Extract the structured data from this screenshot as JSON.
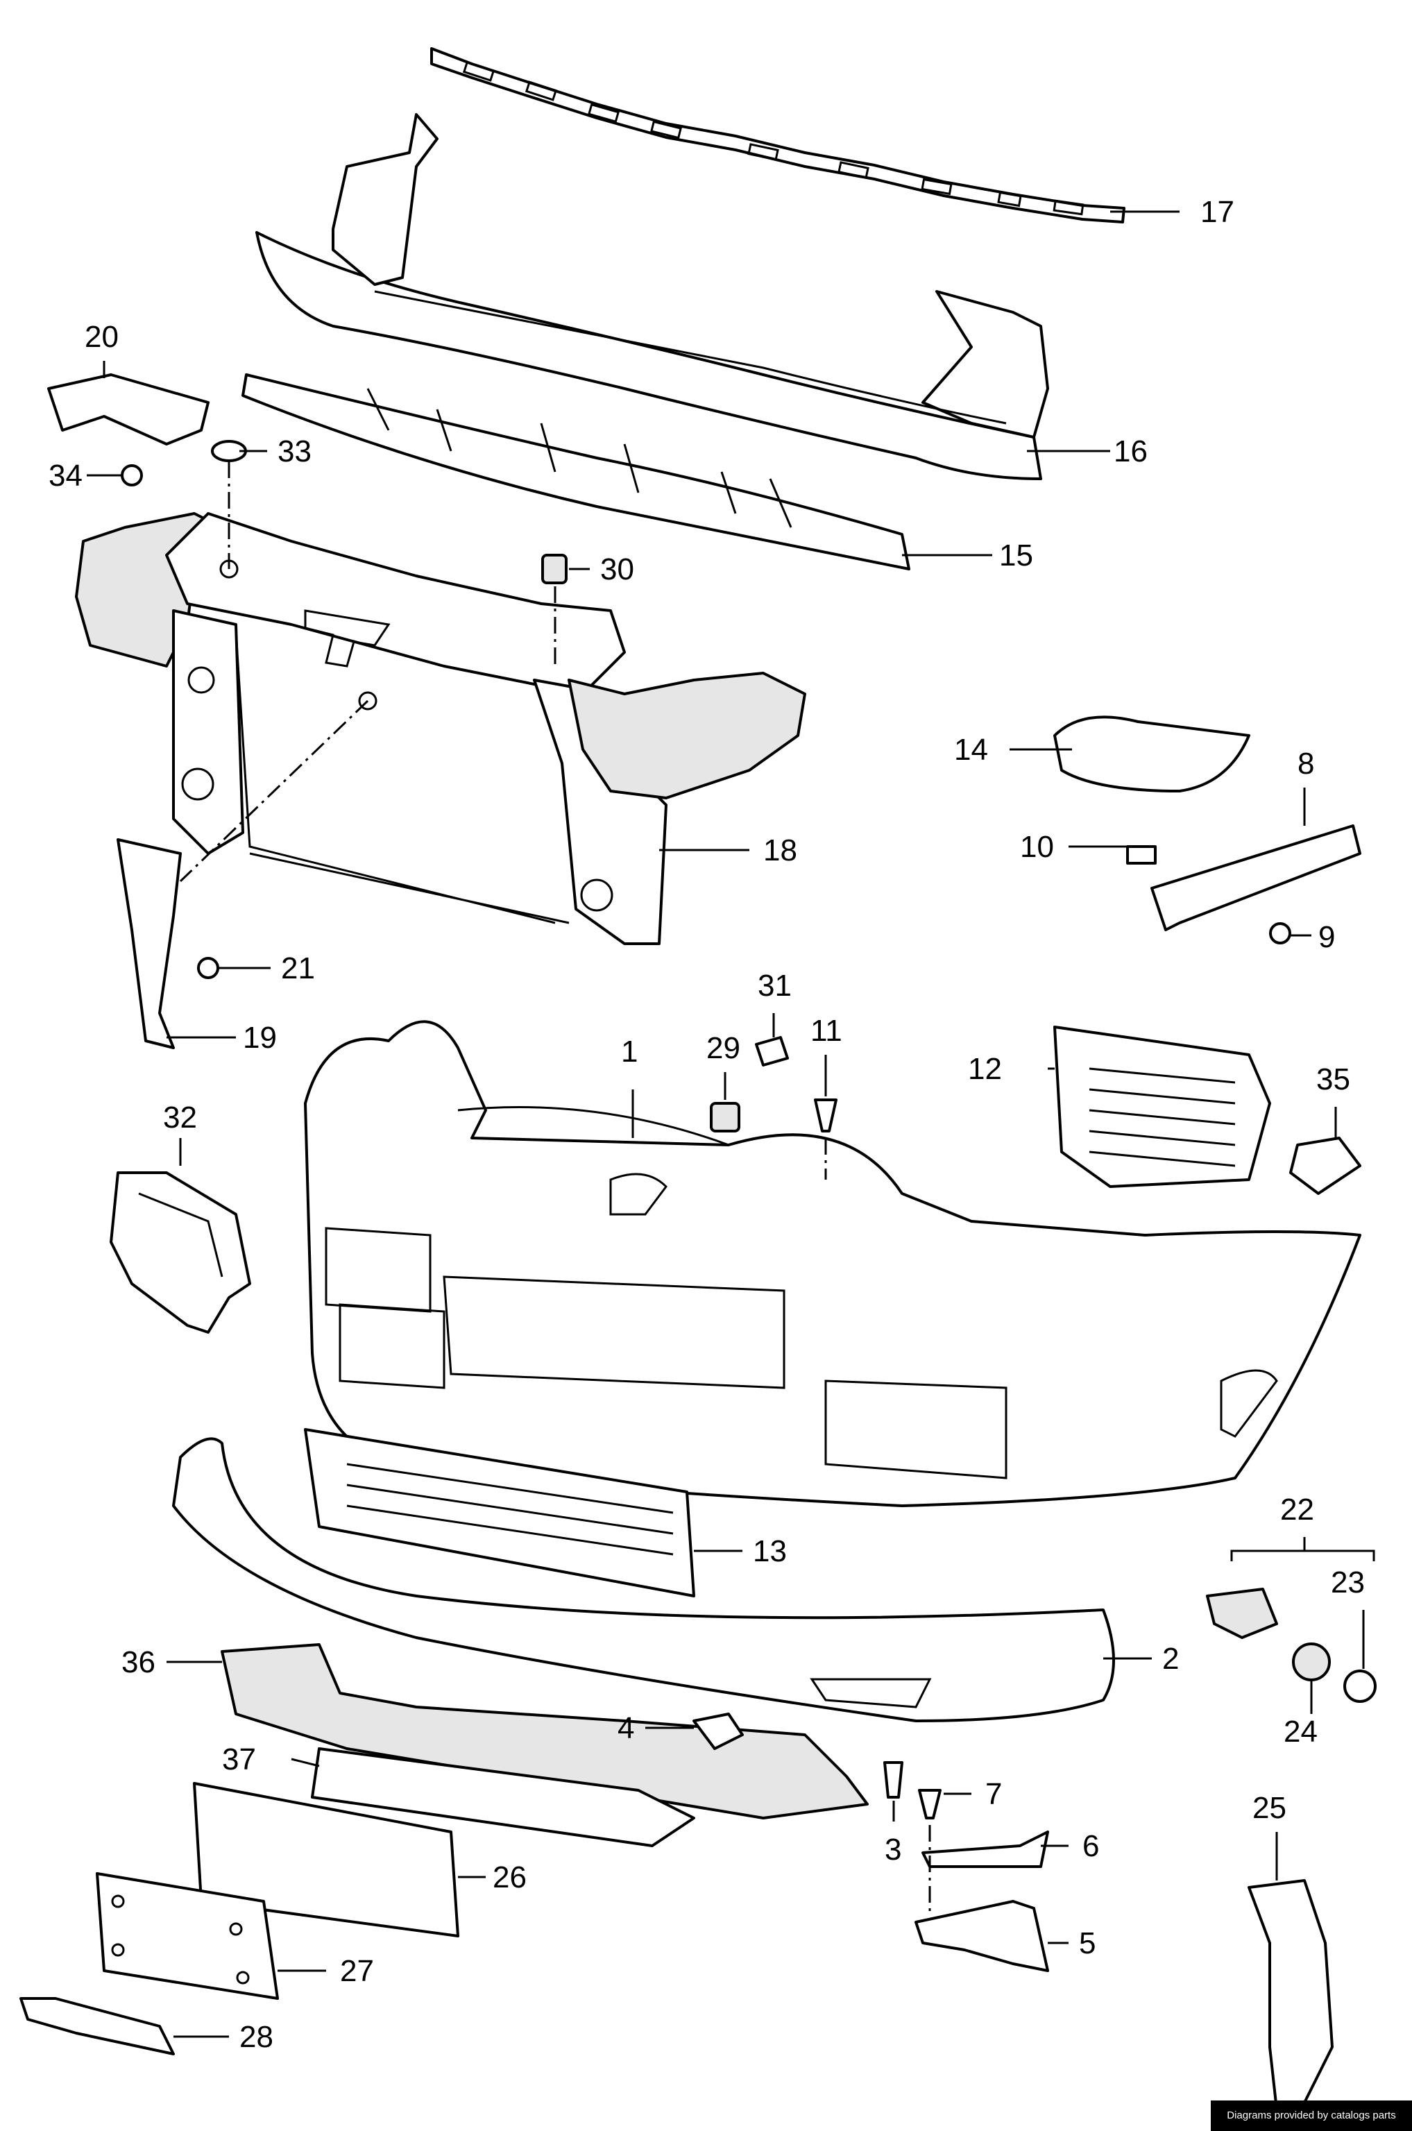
{
  "callouts": {
    "c1": "1",
    "c2": "2",
    "c3": "3",
    "c4": "4",
    "c5": "5",
    "c6": "6",
    "c7": "7",
    "c8": "8",
    "c9": "9",
    "c10": "10",
    "c11": "11",
    "c12": "12",
    "c13": "13",
    "c14": "14",
    "c15": "15",
    "c16": "16",
    "c17": "17",
    "c18": "18",
    "c19": "19",
    "c20": "20",
    "c21": "21",
    "c22": "22",
    "c23": "23",
    "c24": "24",
    "c25": "25",
    "c26": "26",
    "c27": "27",
    "c28": "28",
    "c29": "29",
    "c30": "30",
    "c31": "31",
    "c32": "32",
    "c33": "33",
    "c34": "34",
    "c35": "35",
    "c36": "36",
    "c37": "37"
  },
  "credit": "Diagrams provided by catalogs parts"
}
